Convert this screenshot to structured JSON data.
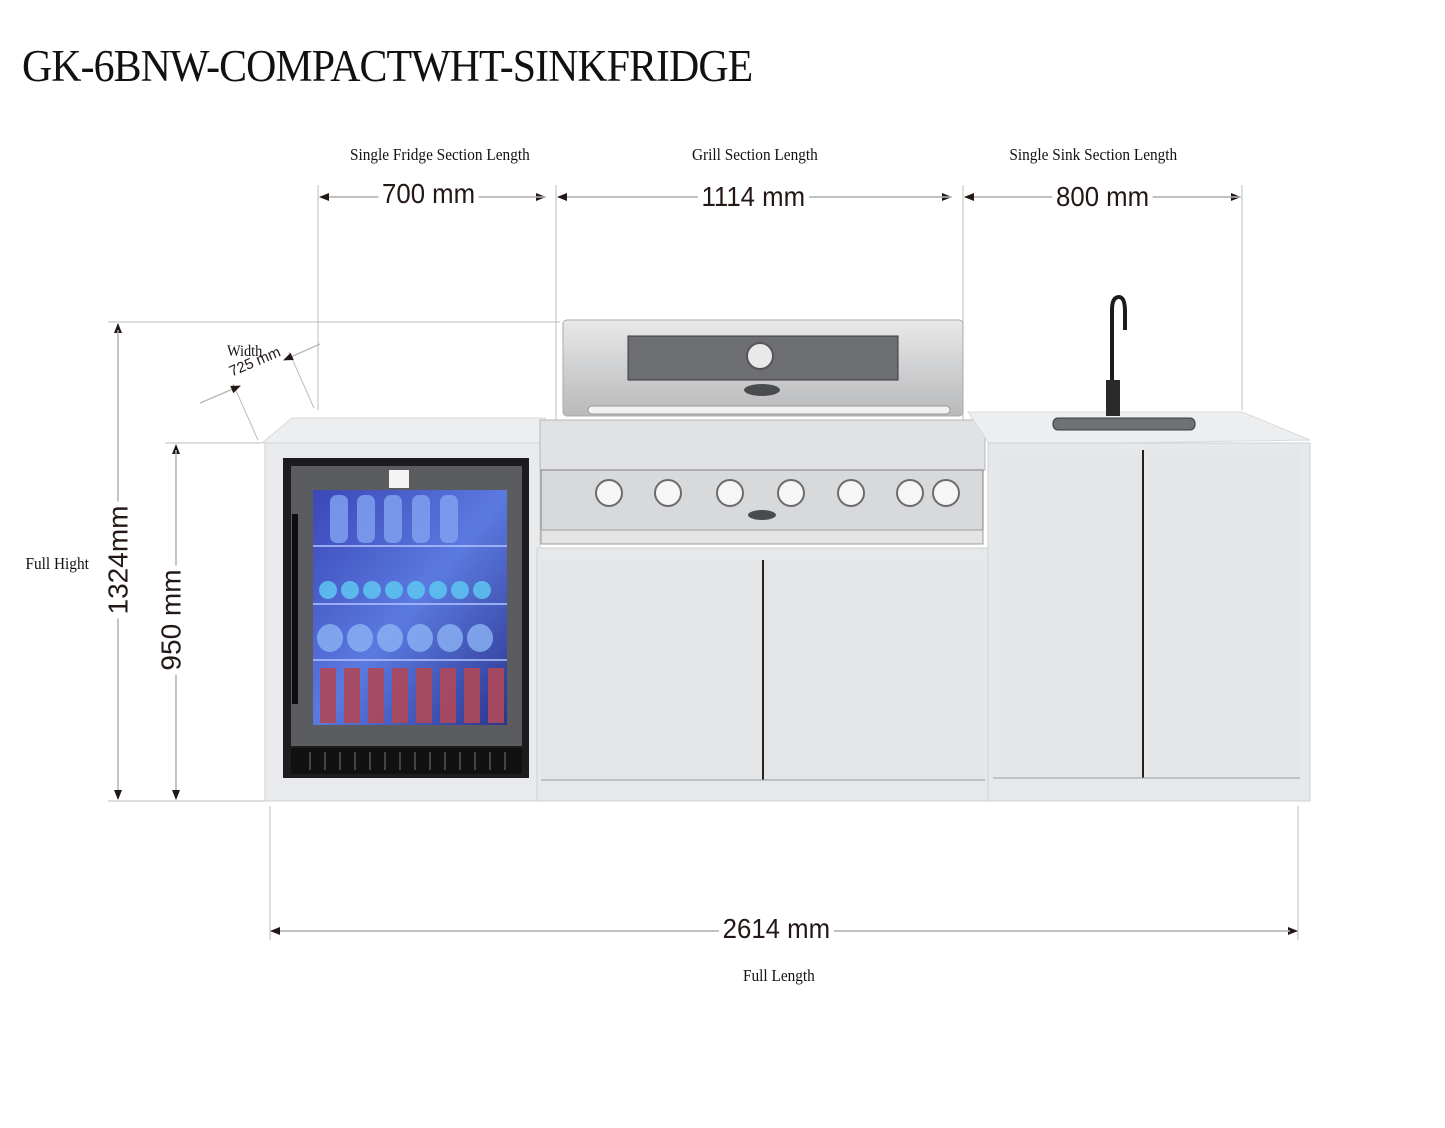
{
  "title": "GK-6BNW-COMPACTWHT-SINKFRIDGE",
  "sections": [
    {
      "label": "Single Fridge Section Length",
      "value": "700 mm"
    },
    {
      "label": "Grill Section Length",
      "value": "1114 mm"
    },
    {
      "label": "Single Sink Section Length",
      "value": "800 mm"
    }
  ],
  "depth": {
    "label": "Width",
    "value": "725 mm"
  },
  "full_height": {
    "label": "Full Hight",
    "value": "1324mm"
  },
  "counter_height": {
    "value": "950 mm"
  },
  "full_length": {
    "label": "Full Length",
    "value": "2614 mm"
  },
  "colors": {
    "dimension_line": "#b8b8b8",
    "arrow": "#231815",
    "cabinet": "#e6e8ea",
    "stainless": "#c9cacb",
    "fridge_glass": "#4656c8"
  }
}
